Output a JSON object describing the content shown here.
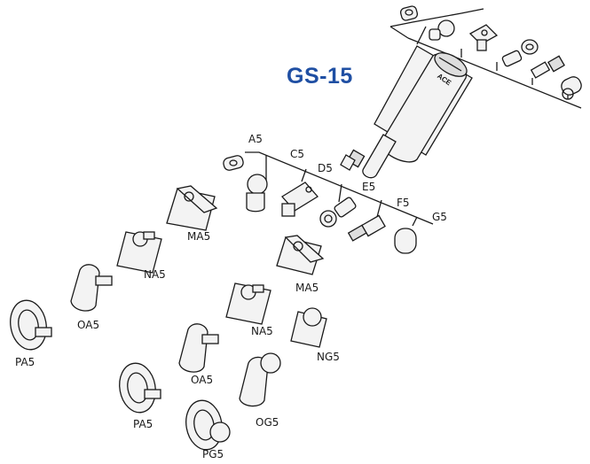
{
  "title": "GS-15",
  "body_brand": "ACE",
  "rod_ends": [
    "A5",
    "C5",
    "D5",
    "E5",
    "F5",
    "G5"
  ],
  "brackets_upper": [
    "MA5",
    "NA5",
    "OA5",
    "PA5"
  ],
  "brackets_lower": [
    "MA5",
    "NA5",
    "NG5",
    "OA5",
    "OG5",
    "PA5",
    "PG5"
  ]
}
